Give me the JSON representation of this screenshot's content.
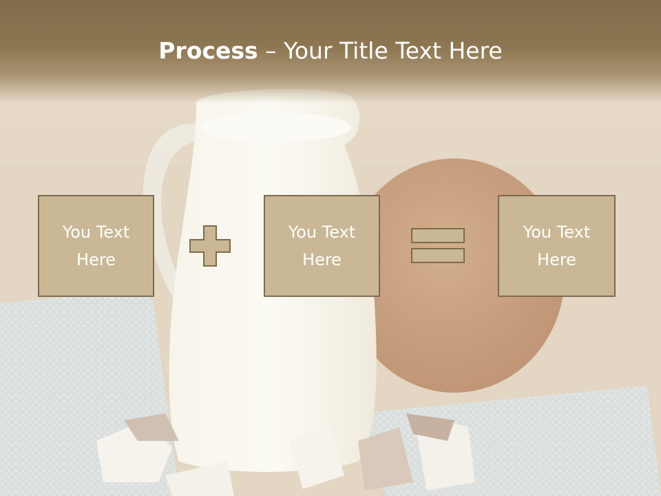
{
  "title": {
    "bold": "Process",
    "dash": " – ",
    "rest": "Your Title Text Here"
  },
  "boxes": [
    "You Text Here",
    "You Text Here",
    "You Text Here"
  ],
  "operators": {
    "plus": "plus-icon",
    "equals": "equals-icon"
  },
  "colors": {
    "box_fill": "#c9b795",
    "box_border": "#7e6a4c",
    "header": "#8d7752",
    "text": "#ffffff"
  }
}
